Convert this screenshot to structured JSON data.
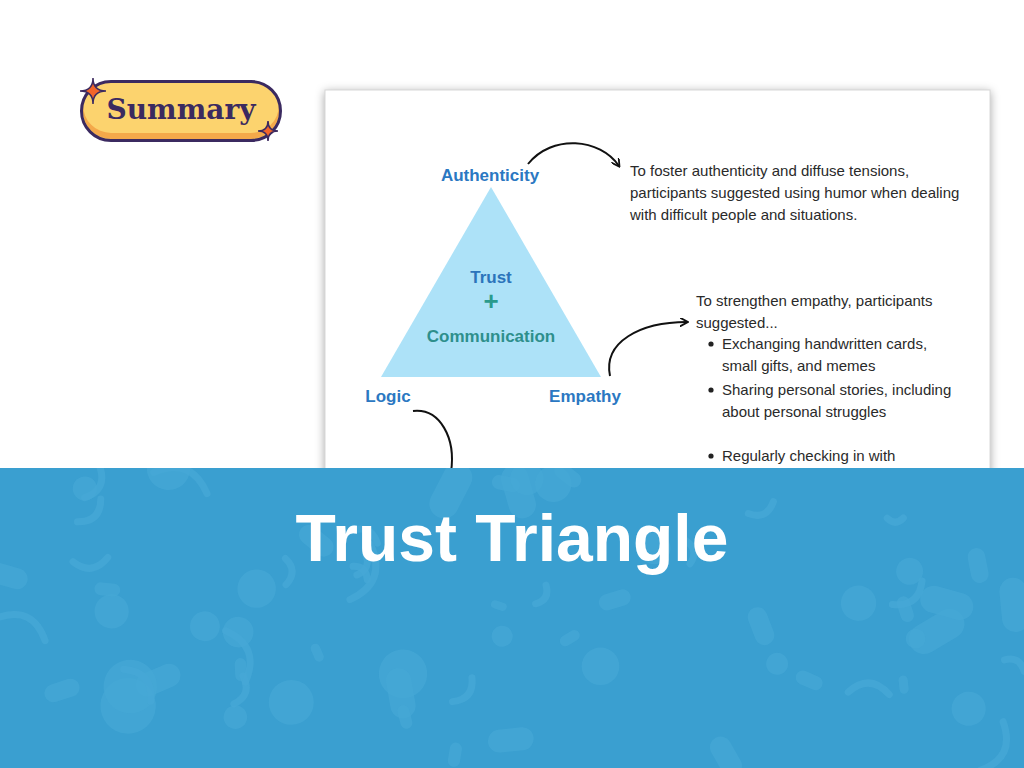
{
  "diagram": {
    "title": "Trust Triangle",
    "nodes": [
      {
        "text": [
          "Summary"
        ]
      },
      {
        "text": [
          "Trust",
          "+",
          "Communication"
        ]
      }
    ],
    "labels": [
      "Authenticity",
      "To foster authenticity and diffuse tensions, participants suggested using humor when dealing with difficult people and situations.",
      "To strengthen empathy, participants suggested...",
      "Exchanging handwritten cards, small gifts, and memes",
      "Sharing personal stories, including about personal struggles",
      "Regularly checking in with",
      "Logic",
      "Empathy"
    ]
  }
}
